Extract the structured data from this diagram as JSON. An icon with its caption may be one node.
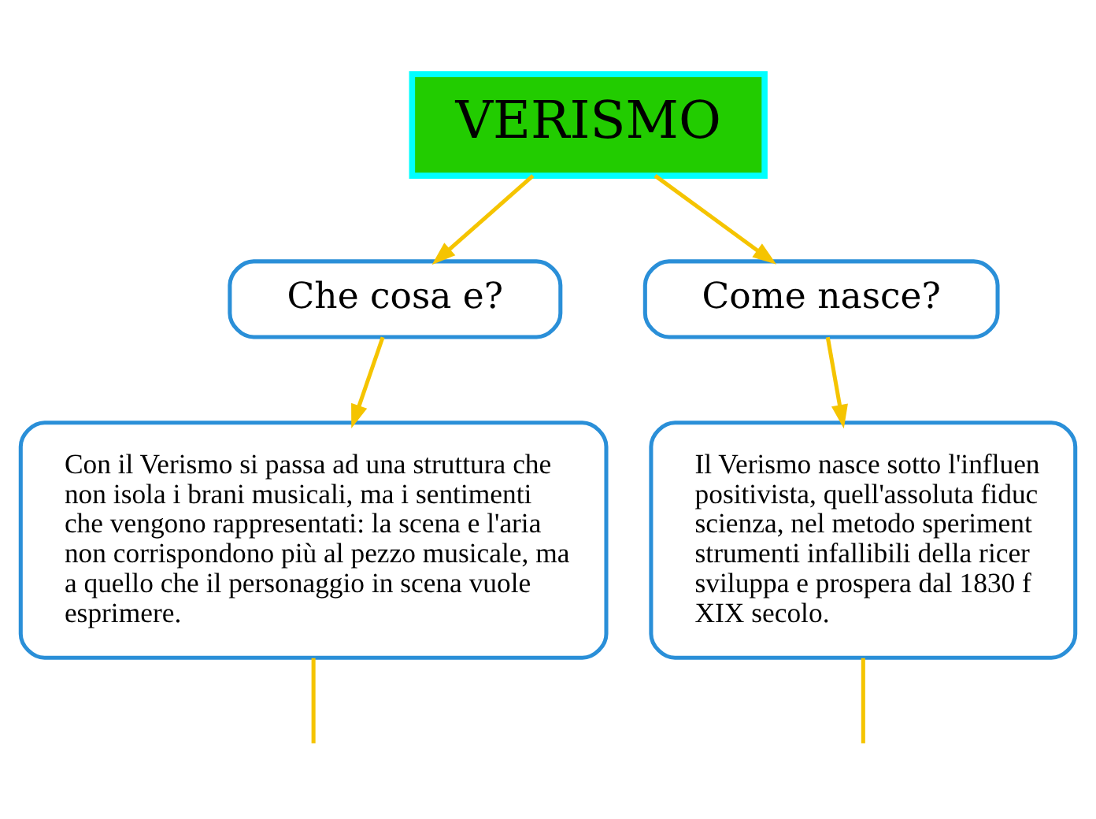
{
  "diagram": {
    "nodes": [
      {
        "text": [
          "VERISMO"
        ]
      },
      {
        "text": [
          "Che cosa e?"
        ]
      },
      {
        "text": [
          "Come nasce?"
        ]
      },
      {
        "text": [
          "Con il Verismo si passa ad una struttura che non isola i brani musicali, ma i sentimenti che vengono rappresentati: la scena e l'aria non corrispondono più al pezzo musicale, ma a quello che il personaggio in scena vuole esprimere."
        ]
      },
      {
        "text": [
          "Il Verismo nasce sotto l'influen positivista, quell'assoluta fiduc scienza, nel metodo speriment strumenti infallibili della ricer sviluppa e prospera dal 1830 f XIX secolo."
        ]
      }
    ],
    "edges": [
      {
        "from": 0,
        "to": 1,
        "arrow": "to"
      },
      {
        "from": 0,
        "to": 2,
        "arrow": "to"
      },
      {
        "from": 1,
        "to": 3,
        "arrow": "to"
      },
      {
        "from": 2,
        "to": 4,
        "arrow": "to"
      },
      {
        "from": 3,
        "to": null,
        "arrow": "none"
      },
      {
        "from": 4,
        "to": null,
        "arrow": "none"
      }
    ]
  }
}
